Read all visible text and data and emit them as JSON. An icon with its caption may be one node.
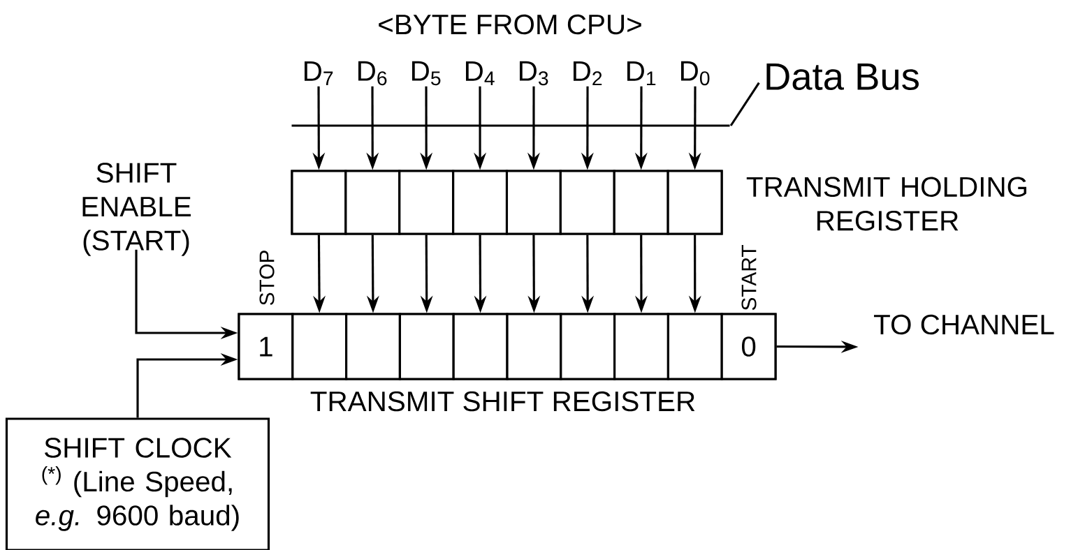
{
  "diagram": {
    "nodes": [
      {
        "text": [
          "D$_{7}$"
        ]
      },
      {
        "text": [
          "D$_{6}$"
        ]
      },
      {
        "text": [
          "D$_{5}$"
        ]
      },
      {
        "text": [
          "D$_{4}$"
        ]
      },
      {
        "text": [
          "D$_{3}$"
        ]
      },
      {
        "text": [
          "D$_{2}$"
        ]
      },
      {
        "text": [
          "D$_{1}$"
        ]
      },
      {
        "text": [
          "D$_{0}$"
        ]
      },
      {
        "text": [
          "Data Bus"
        ]
      },
      {
        "text": [],
        "shape": "bar"
      },
      {
        "text": [],
        "shape": "box",
        "beside": [
          "TRANSMIT HOLDING REGISTER"
        ]
      },
      {
        "text": [],
        "shape": "box",
        "in": 10
      },
      {
        "text": [],
        "shape": "box",
        "in": 10
      },
      {
        "text": [],
        "shape": "box",
        "in": 10
      },
      {
        "text": [],
        "shape": "box",
        "in": 10
      },
      {
        "text": [],
        "shape": "box",
        "in": 10
      },
      {
        "text": [],
        "shape": "box",
        "in": 10
      },
      {
        "text": [],
        "shape": "box",
        "in": 10
      },
      {
        "text": [],
        "shape": "box",
        "in": 10
      },
      {
        "text": [
          "SHIFT ENABLE (START)"
        ]
      },
      {
        "text": [
          "TO CHANNEL"
        ]
      },
      {
        "text": [],
        "shape": "box",
        "beside": [
          "TRANSMIT SHIFT REGISTER"
        ]
      },
      {
        "text": [
          "1"
        ],
        "in": 21,
        "beside": [
          "STOP"
        ]
      },
      {
        "text": [],
        "shape": "box",
        "in": 21
      },
      {
        "text": [],
        "shape": "box",
        "in": 21
      },
      {
        "text": [],
        "shape": "box",
        "in": 21
      },
      {
        "text": [],
        "shape": "box",
        "in": 21
      },
      {
        "text": [],
        "shape": "box",
        "in": 21
      },
      {
        "text": [],
        "shape": "box",
        "in": 21
      },
      {
        "text": [],
        "shape": "box",
        "in": 21
      },
      {
        "text": [],
        "shape": "box",
        "in": 21
      },
      {
        "text": [
          "0"
        ],
        "in": 21,
        "beside": [
          "START"
        ]
      },
      {
        "text": [
          "SHIFT CLOCK $^{(*)}$ (Line Speed, *e.g.* 9600 baud)"
        ]
      }
    ],
    "edges": [
      {
        "from": 0,
        "to": 11,
        "arrow": "to"
      },
      {
        "from": 1,
        "to": 12,
        "arrow": "to"
      },
      {
        "from": 2,
        "to": 13,
        "arrow": "to"
      },
      {
        "from": 3,
        "to": 14,
        "arrow": "to"
      },
      {
        "from": 4,
        "to": 15,
        "arrow": "to"
      },
      {
        "from": 5,
        "to": 16,
        "arrow": "to"
      },
      {
        "from": 6,
        "to": 17,
        "arrow": "to"
      },
      {
        "from": 7,
        "to": 18,
        "arrow": "to"
      },
      {
        "from": 8,
        "to": 9,
        "arrow": "none"
      },
      {
        "from": 11,
        "to": 23,
        "arrow": "to"
      },
      {
        "from": 12,
        "to": 24,
        "arrow": "to"
      },
      {
        "from": 13,
        "to": 25,
        "arrow": "to"
      },
      {
        "from": 14,
        "to": 26,
        "arrow": "to"
      },
      {
        "from": 15,
        "to": 27,
        "arrow": "to"
      },
      {
        "from": 16,
        "to": 28,
        "arrow": "to"
      },
      {
        "from": 17,
        "to": 29,
        "arrow": "to"
      },
      {
        "from": 18,
        "to": 30,
        "arrow": "to"
      },
      {
        "from": 19,
        "to": 22,
        "arrow": "to"
      },
      {
        "from": 32,
        "to": 22,
        "arrow": "to"
      },
      {
        "from": 31,
        "to": 20,
        "arrow": "to"
      }
    ],
    "labels": [
      "<BYTE FROM CPU>"
    ]
  }
}
